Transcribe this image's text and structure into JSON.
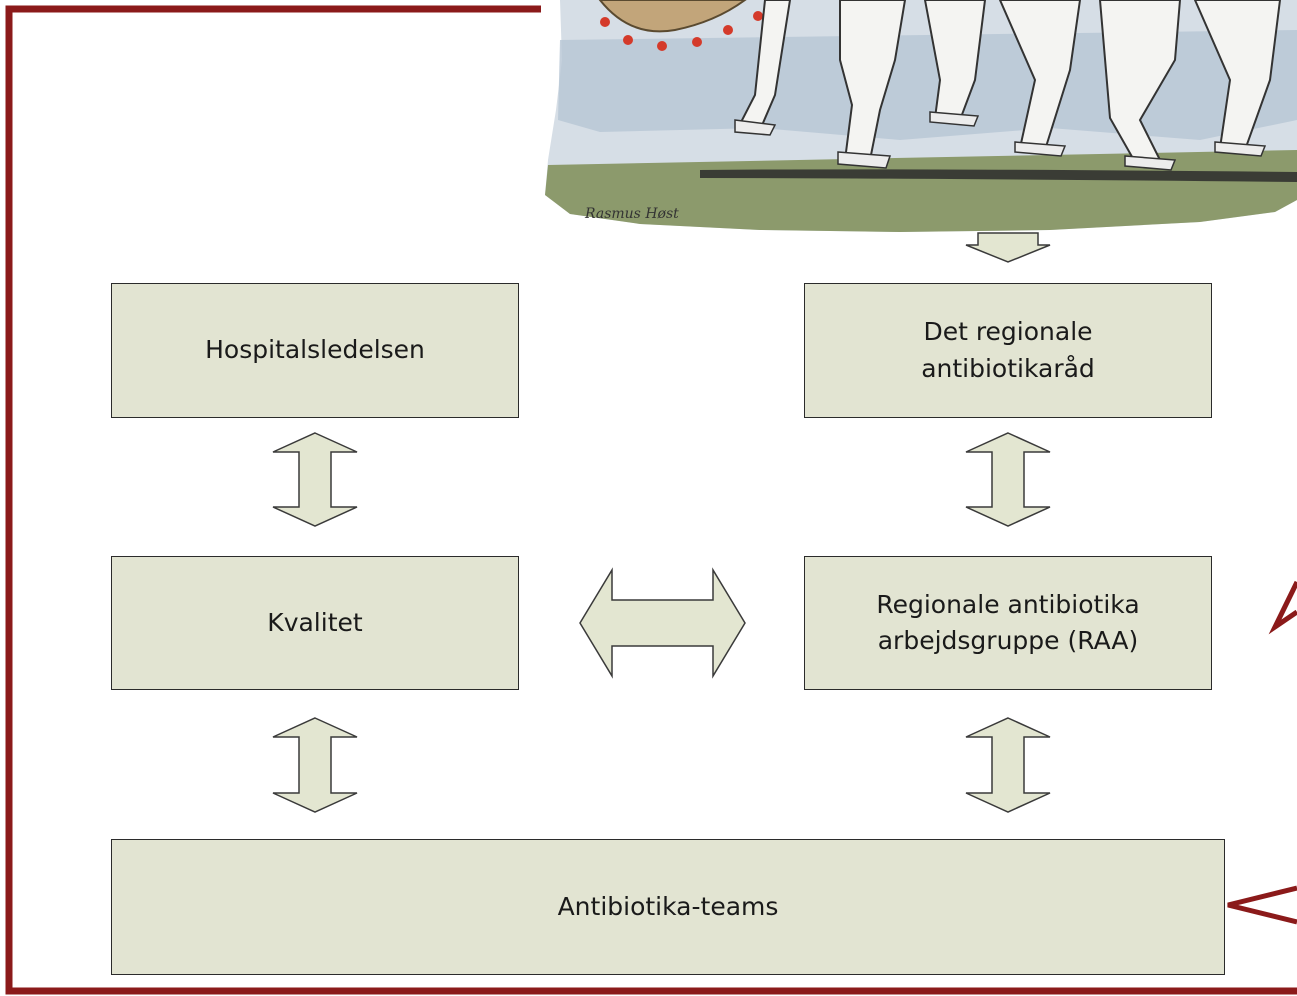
{
  "colors": {
    "frame": "#8b1a1a",
    "box_fill": "#e2e4d2",
    "box_border": "#2b2b2b",
    "arrow_fill": "#e3e6d1",
    "arrow_stroke": "#3a3a3a",
    "text": "#1a1a1a"
  },
  "illustration": {
    "description_icon": "cartoon-illustration-icon",
    "signature": "Rasmus Høst"
  },
  "boxes": {
    "hospital": "Hospitalsledelsen",
    "regional": "Det regionale\nantibiotikaråd",
    "kvalitet": "Kvalitet",
    "raa": "Regionale antibiotika\narbejdsgruppe (RAA)",
    "teams": "Antibiotika-teams"
  }
}
